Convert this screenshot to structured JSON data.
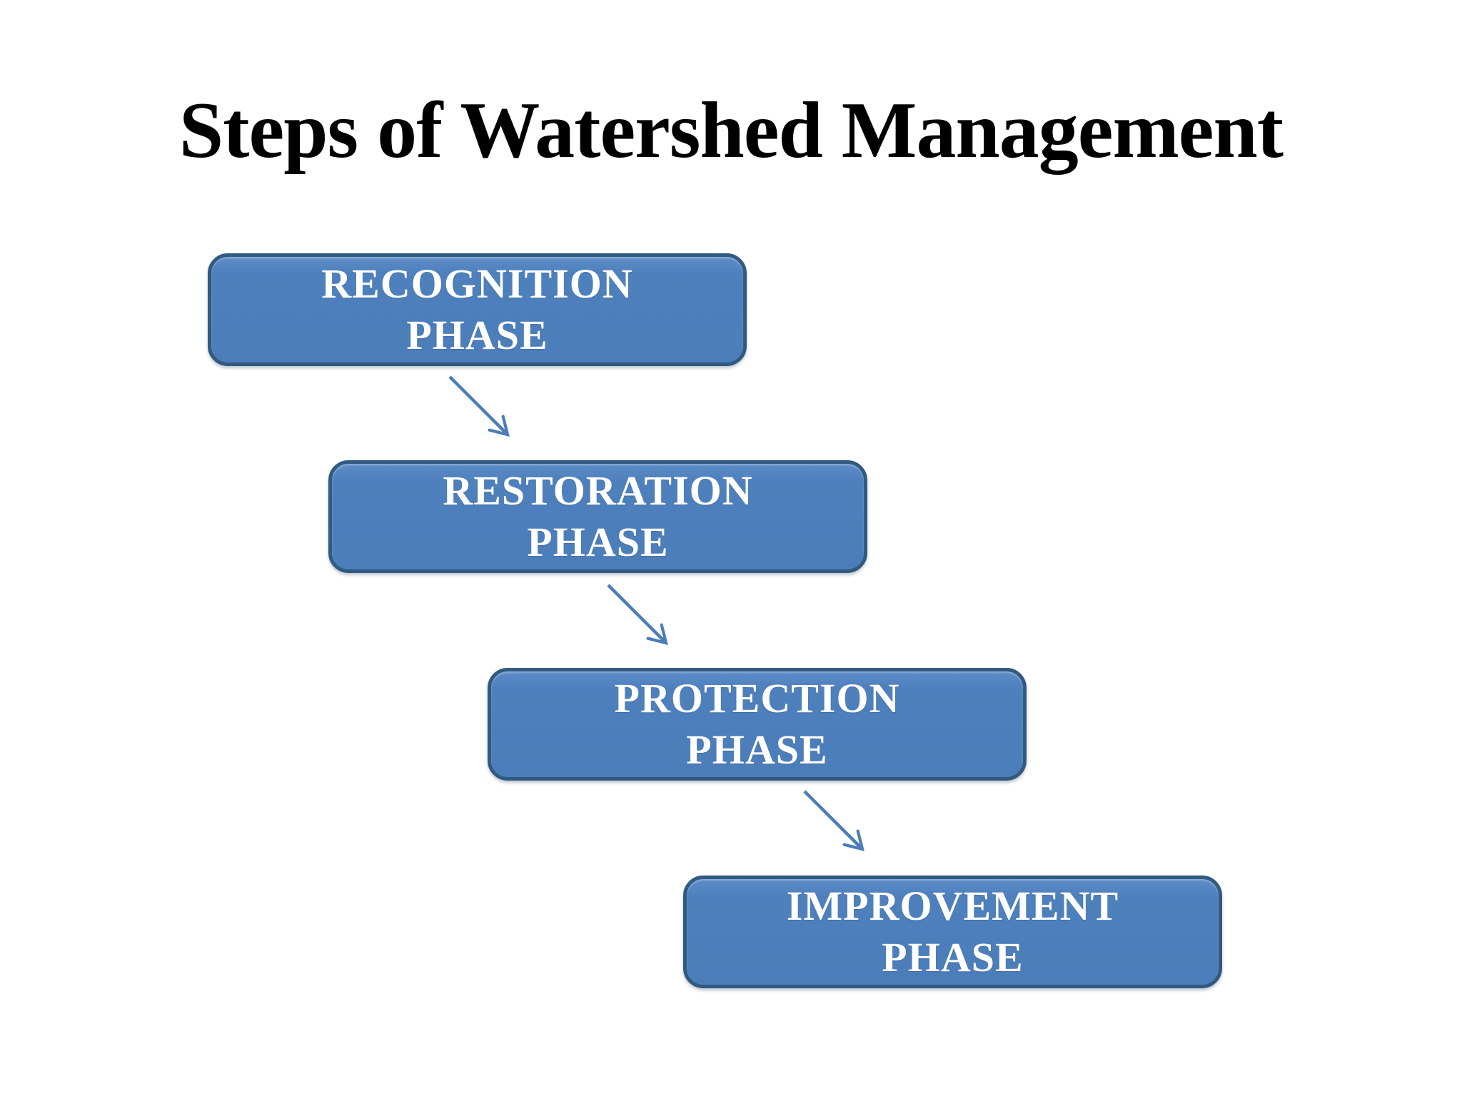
{
  "slide": {
    "title": "Steps of Watershed Management",
    "steps": [
      {
        "id": "recognition",
        "label": "RECOGNITION\nPHASE"
      },
      {
        "id": "restoration",
        "label": "RESTORATION\nPHASE"
      },
      {
        "id": "protection",
        "label": "PROTECTION\nPHASE"
      },
      {
        "id": "improvement",
        "label": "IMPROVEMENT\nPHASE"
      }
    ],
    "colors": {
      "background": "#ffffff",
      "title_text": "#000000",
      "box_fill": "#4e80bd",
      "box_border": "#315a80",
      "box_text": "#ffffff",
      "arrow": "#4a7db9"
    }
  }
}
